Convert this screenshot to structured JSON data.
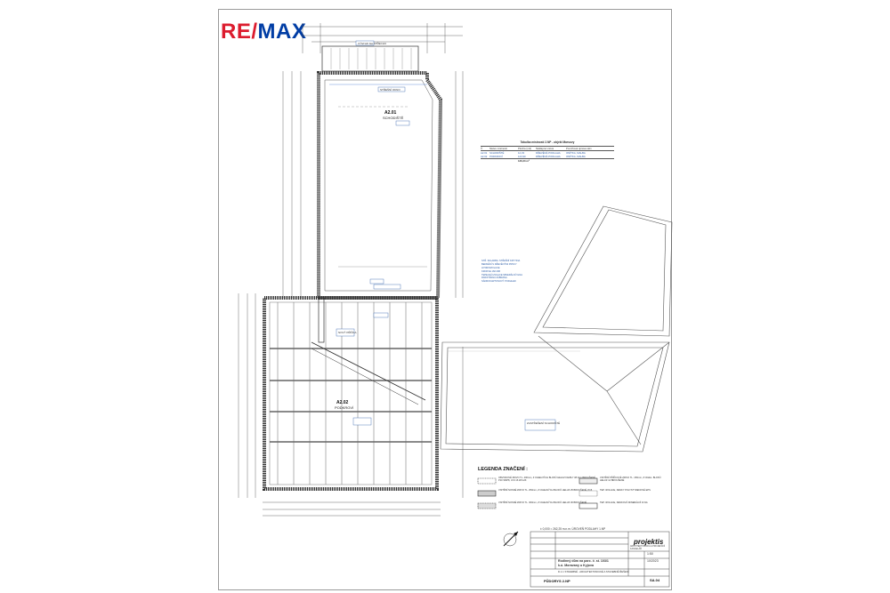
{
  "logo": {
    "re": "RE",
    "slash": "/",
    "max": "MAX"
  },
  "plan_labels": {
    "room1_code": "A2.01",
    "room1_name": "SCHODIŠTĚ",
    "room2_code": "A2.02",
    "room2_name": "PODKROVÍ",
    "stair_note": "VÝSTUP NA STŘECHU",
    "window_note": "STŘEŠNÍ OKNO",
    "wall_note": "NOVÝ PŘÍČKA",
    "stair_label": "ZASTŘEŠENÍ SCHODIŠTĚ"
  },
  "room_table": {
    "title": "Tabulka místností 2.NP - objekt Marsovy",
    "headers": [
      "Č.",
      "Název místnosti",
      "Plocha (m2)",
      "Nášlapná vrstva",
      "Povrchová úprava stěn"
    ],
    "rows": [
      [
        "A2.01",
        "SCHODIŠTĚ",
        "12,33",
        "DŘEVĚNÁ PODLAHA",
        "OMÍTKA, MALBA"
      ],
      [
        "A2.02",
        "PODKROVÍ",
        "123,90",
        "DŘEVĚNÁ PODLAHA",
        "OMÍTKA, MALBA"
      ]
    ],
    "total": "136,23 m²"
  },
  "section_notes": [
    "STŘ. SKLADBA: STŘEŠNÍ KRYTINA",
    "BEDNĚNÍ S DŘEVĚNÝMI PRVKY",
    "HYDROIZOLACE",
    "KROKVE 160 MM",
    "TEPELNÁ IZOLACE MINERÁLNÍ VLNA",
    "PAROTĚSNÁ ZÁBRANA",
    "SÁDROKARTONOVÝ PODHLED"
  ],
  "height_note": "± 0,000 = 262,25 m.n.m. ÚROVEŇ PODLAHY 1.NP",
  "legend": {
    "title": "LEGENDA ZNAČENÍ :",
    "items": [
      "OBVODOVÉ ZDIVO TL. 400mm, Z CIHELNÝCH BLOKŮ HELUZ FAMILY 38 2in1 BROUŠENÉ, P10 SMP8, U=0.16 W/m2K",
      "VNITŘNÍ NOSNÉ ZDIVO TL. 250mm, Z CIHELNÝCH BLOKŮ HELUZ 25 BROUŠENÉ, P15",
      "VNITŘNÍ NOSNÉ ZDIVO TL. 300mm, Z CIHELNÝCH BLOKŮ HELUZ 30 BROUŠENÉ",
      "VNITŘNÍ PŘÍČKOVÉ ZDIVO TL. 150mm, Z CIHEL. BLOKŮ HELUZ 14 BROUŠENÉ",
      "TEP. IZOLACE, DESKY POLYSTYRENOVÉ EPS",
      "TEP. IZOLACE, DESKOVÁ MINERÁLNÍ VLNA"
    ]
  },
  "title_block": {
    "company": "projektis",
    "company_sub": "ARCHITEKTONICKÁ A PROJEKČNÍ KANCELÁŘ",
    "project": "Rodinný dům na parc. č. st. 103/1",
    "location": "k.ú. Moravany u Kyjova",
    "part": "D.1.1 STAVEBNÉ - ARCHITEKTONICKÉ A STAVEBNĚ ŘEŠENÍ",
    "sheet_name": "PŮDORYS 2.NP",
    "sheet_no": "SA.04",
    "scale": "1:50",
    "date": "10/2023"
  },
  "colors": {
    "brand_red": "#dc1c2e",
    "brand_blue": "#003da5",
    "line": "#333333",
    "accent_blue": "#2f5fa8"
  }
}
